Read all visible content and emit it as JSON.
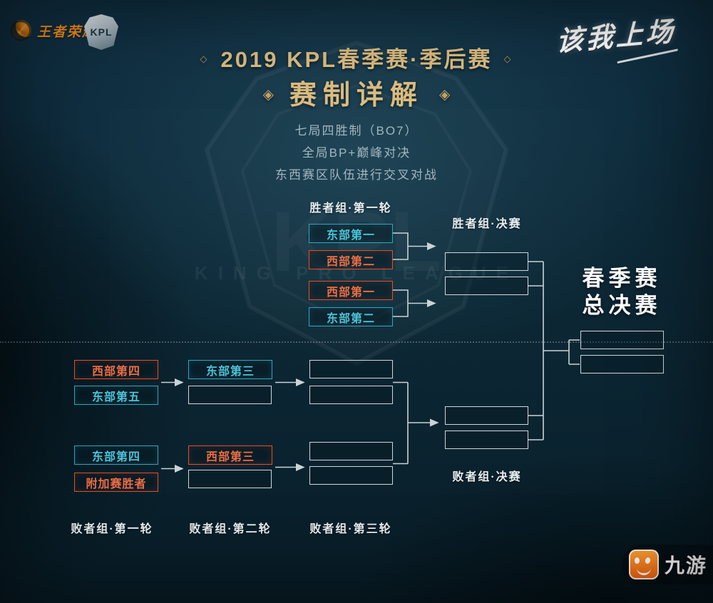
{
  "header": {
    "logo_left_primary": "王者荣耀",
    "logo_left_secondary": "KPL",
    "logo_right": "该我上场",
    "title": "2019 KPL春季赛·季后赛",
    "subtitle": "赛制详解",
    "rules": [
      "七局四胜制（BO7）",
      "全局BP+巅峰对决",
      "东西赛区队伍进行交叉对战"
    ]
  },
  "bracket": {
    "winners_round1": {
      "label": "胜者组·第一轮",
      "teams": [
        {
          "name": "东部第一",
          "region": "east"
        },
        {
          "name": "西部第二",
          "region": "west"
        },
        {
          "name": "西部第一",
          "region": "west"
        },
        {
          "name": "东部第二",
          "region": "east"
        }
      ]
    },
    "winners_final": {
      "label": "胜者组·决赛",
      "empty_slots": 2
    },
    "grand_final": {
      "title_line1": "春季赛",
      "title_line2": "总决赛",
      "empty_slots": 2
    },
    "losers_round1": {
      "label": "败者组·第一轮",
      "teams": [
        {
          "name": "西部第四",
          "region": "west"
        },
        {
          "name": "东部第五",
          "region": "east"
        },
        {
          "name": "东部第四",
          "region": "east"
        },
        {
          "name": "附加赛胜者",
          "region": "west"
        }
      ]
    },
    "losers_round2": {
      "label": "败者组·第二轮",
      "teams": [
        {
          "name": "东部第三",
          "region": "east"
        },
        {
          "name": "西部第三",
          "region": "west"
        }
      ],
      "empty_slots": 2
    },
    "losers_round3": {
      "label": "败者组·第三轮",
      "empty_slots": 4
    },
    "losers_final": {
      "label": "败者组·决赛",
      "empty_slots": 2
    }
  },
  "watermark": "KING PRO LEAGUE",
  "footer": {
    "brand": "九游"
  },
  "colors": {
    "east_accent": "#2fa7bb",
    "west_accent": "#df502a",
    "gold": "#dcbd82",
    "connector_line": "#c9d3d8",
    "background": "#0d2836"
  }
}
